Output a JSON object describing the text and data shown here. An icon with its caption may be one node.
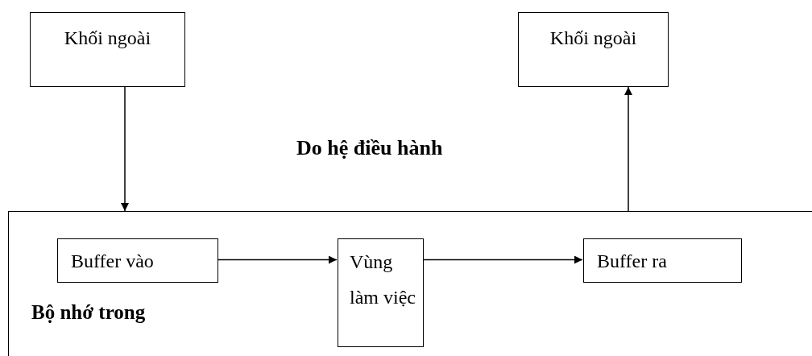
{
  "diagram": {
    "nodes": [
      {
        "text": [
          "Khối ngoài"
        ]
      },
      {
        "text": [
          "Khối ngoài"
        ]
      },
      {
        "text": [
          "Bộ nhớ trong"
        ]
      },
      {
        "text": [
          "Buffer vào"
        ],
        "in": 2
      },
      {
        "text": [
          "Vùng làm việc"
        ],
        "in": 2
      },
      {
        "text": [
          "Buffer ra"
        ],
        "in": 2
      }
    ],
    "edges": [
      {
        "from": 0,
        "to": 2,
        "arrow": "to"
      },
      {
        "from": 2,
        "to": 1,
        "arrow": "to"
      },
      {
        "from": 3,
        "to": 4,
        "arrow": "to"
      },
      {
        "from": 4,
        "to": 5,
        "arrow": "to"
      }
    ],
    "labels": [
      "Do hệ điều hành"
    ]
  }
}
